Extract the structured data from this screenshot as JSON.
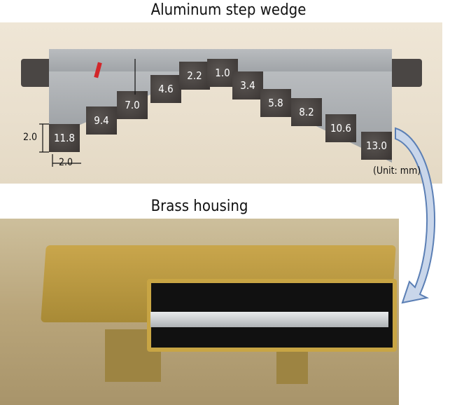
{
  "top_panel": {
    "title": "Aluminum step wedge",
    "steps": [
      "11.8",
      "9.4",
      "7.0",
      "4.6",
      "2.2",
      "1.0",
      "3.4",
      "5.8",
      "8.2",
      "10.6",
      "13.0"
    ],
    "height_dim": "2.0",
    "width_dim": "2.0",
    "unit": "(Unit: mm)"
  },
  "bottom_panel": {
    "title": "Brass housing"
  },
  "colors": {
    "arrow": "#5b7fb5",
    "arrow_fill": "#c9d6ea"
  }
}
